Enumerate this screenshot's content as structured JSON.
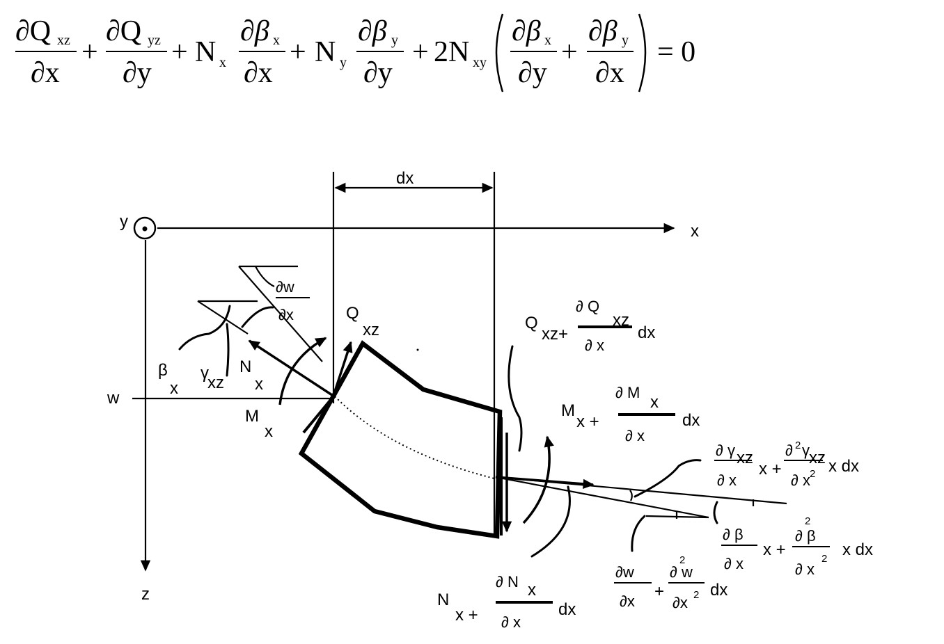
{
  "equation": {
    "partial": "∂",
    "Q": "Q",
    "xz": "xz",
    "yz": "yz",
    "x": "x",
    "y": "y",
    "plus": "+",
    "N": "N",
    "beta": "β",
    "two_N": "2N",
    "xy": "xy",
    "equals_zero": "= 0"
  },
  "axes": {
    "x_label": "x",
    "y_label": "y",
    "z_label": "z",
    "w_label": "w",
    "dx_label": "dx"
  },
  "left_labels": {
    "dw": "∂w",
    "dx": "∂x",
    "Q": "Q",
    "xz": "xz",
    "beta": "β",
    "x": "x",
    "gamma": "γ",
    "xz2": "xz",
    "N": "N",
    "Nx": "x",
    "M": "M",
    "Mx": "x"
  },
  "right_labels": {
    "Q": "Q",
    "xz_plus": "xz+",
    "dQ": "∂ Q",
    "Qxz": "xz",
    "d_x": "∂ x",
    "dx": "dx",
    "M": "M",
    "x_plus": "x  +",
    "dM": "∂ M",
    "Mx": "x",
    "d_x2": "∂  x",
    "dx2": "dx",
    "dgamma": "∂ γ",
    "gxz": "xz",
    "dx3": "∂ x",
    "x_plus2": "x +",
    "d2": "∂",
    "sq": "2",
    "gamma2": "γ",
    "gxz2": "xz",
    "dx_sq": "∂ x",
    "sq2": "2",
    "x_dx": "x  dx",
    "dbeta": "∂ β",
    "dx4": "∂ x",
    "x_plus3": "x +",
    "d2beta": "∂ β",
    "sq3": "2",
    "dx_sq2": "∂ x",
    "sq4": "2",
    "x_dx2": "x dx",
    "dw": "∂w",
    "dx5": "∂x",
    "plus": "+",
    "d2w": "∂ w",
    "sq5": "2",
    "dx_sq3": "∂x",
    "sq6": "2",
    "dx6": "dx",
    "N": "N",
    "Nx_plus": "x  +",
    "dN": "∂ N",
    "Nx": "x",
    "dx7": "∂ x",
    "dx8": "dx"
  }
}
